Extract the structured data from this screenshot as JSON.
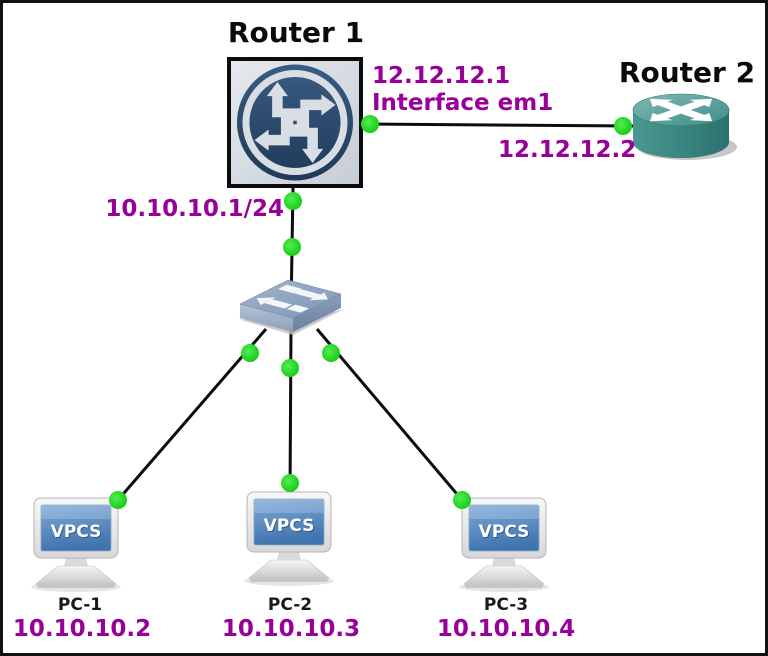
{
  "diagram": {
    "type": "network-topology",
    "background": "#ffffff",
    "border_color": "#111111"
  },
  "colors": {
    "label_magenta": "#990099",
    "link_black": "#0d0d0d",
    "dot_green": "#17d517",
    "router1_navy": "#2b4a6b",
    "router1_bg": "#d9dde3",
    "router2_teal": "#3d8c89",
    "switch_blue": "#8ba2bf",
    "pc_screen_blue": "#4e8bc8"
  },
  "devices": {
    "router1": {
      "title": "Router 1",
      "type": "router"
    },
    "router2": {
      "title": "Router 2",
      "type": "router"
    },
    "switch": {
      "type": "ethernet-switch"
    },
    "pcs": [
      {
        "name": "PC-1",
        "ip": "10.10.10.2",
        "screen_label": "VPCS"
      },
      {
        "name": "PC-2",
        "ip": "10.10.10.3",
        "screen_label": "VPCS"
      },
      {
        "name": "PC-3",
        "ip": "10.10.10.4",
        "screen_label": "VPCS"
      }
    ]
  },
  "links": {
    "router1_router2": {
      "ip_router1": "12.12.12.1",
      "interface_label": "Interface em1",
      "ip_router2": "12.12.12.2"
    },
    "router1_switch": {
      "ip": "10.10.10.1/24"
    }
  }
}
